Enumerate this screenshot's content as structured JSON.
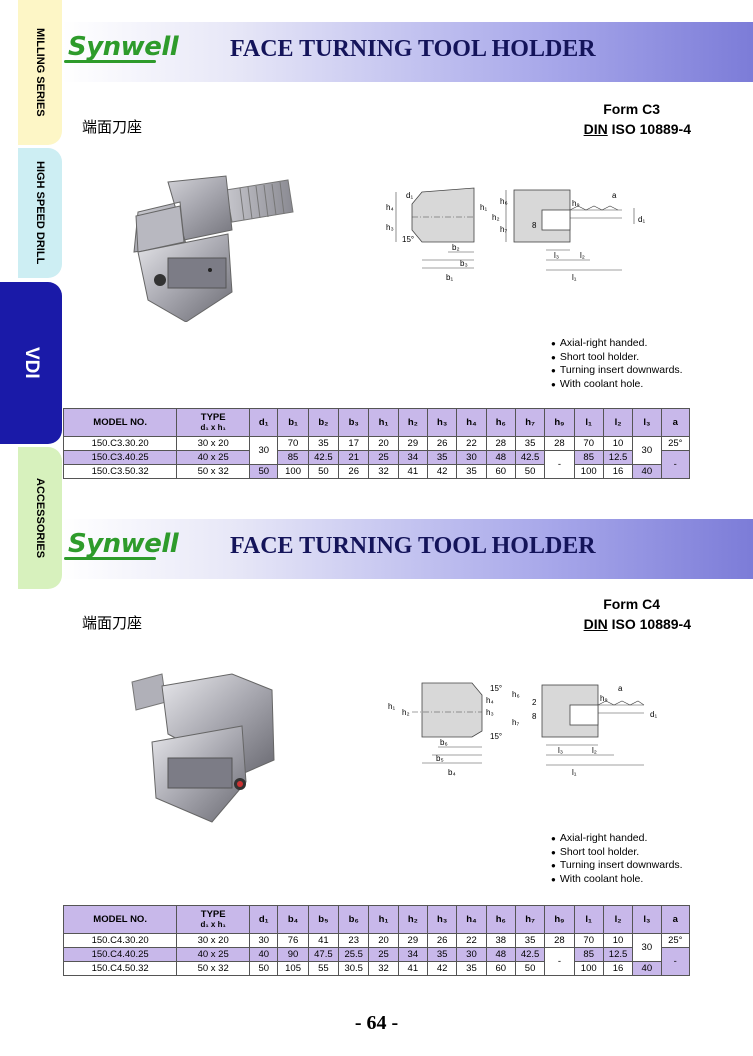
{
  "side_tabs": {
    "milling": "MILLING SERIES",
    "drill": "HIGH SPEED DRILL",
    "vdi": "VDI",
    "accessories": "ACCESSORIES"
  },
  "sections": [
    {
      "logo": "Synwell",
      "title": "FACE TURNING TOOL HOLDER",
      "subtitle": "端面刀座",
      "form": "Form C3",
      "din": "DIN",
      "iso": "ISO  10889-4",
      "features": [
        "Axial-right handed.",
        "Short tool holder.",
        "Turning insert downwards.",
        "With coolant hole."
      ],
      "headers": [
        "MODEL NO.",
        "TYPE",
        "d₁ x h₁",
        "d₁",
        "b₁",
        "b₂",
        "b₃",
        "h₁",
        "h₂",
        "h₃",
        "h₄",
        "h₆",
        "h₇",
        "h₉",
        "l₁",
        "l₂",
        "l₃",
        "a"
      ],
      "rows": [
        [
          "150.C3.30.20",
          "30 x 20",
          "30",
          "70",
          "35",
          "17",
          "20",
          "29",
          "26",
          "22",
          "28",
          "35",
          "28",
          "70",
          "10",
          "30",
          "25°"
        ],
        [
          "150.C3.40.25",
          "40 x 25",
          "",
          "85",
          "42.5",
          "21",
          "25",
          "34",
          "35",
          "30",
          "48",
          "42.5",
          "-",
          "85",
          "12.5",
          "",
          "-"
        ],
        [
          "150.C3.50.32",
          "50 x 32",
          "50",
          "100",
          "50",
          "26",
          "32",
          "41",
          "42",
          "35",
          "60",
          "50",
          "",
          "100",
          "16",
          "40",
          ""
        ]
      ]
    },
    {
      "logo": "Synwell",
      "title": "FACE TURNING TOOL HOLDER",
      "subtitle": "端面刀座",
      "form": "Form C4",
      "din": "DIN",
      "iso": "ISO  10889-4",
      "features": [
        "Axial-right handed.",
        "Short tool holder.",
        "Turning insert downwards.",
        "With coolant hole."
      ],
      "headers": [
        "MODEL NO.",
        "TYPE",
        "d₁ x h₁",
        "d₁",
        "b₄",
        "b₅",
        "b₆",
        "h₁",
        "h₂",
        "h₃",
        "h₄",
        "h₆",
        "h₇",
        "h₉",
        "l₁",
        "l₂",
        "l₃",
        "a"
      ],
      "rows": [
        [
          "150.C4.30.20",
          "30 x 20",
          "30",
          "76",
          "41",
          "23",
          "20",
          "29",
          "26",
          "22",
          "38",
          "35",
          "28",
          "70",
          "10",
          "30",
          "25°"
        ],
        [
          "150.C4.40.25",
          "40 x 25",
          "40",
          "90",
          "47.5",
          "25.5",
          "25",
          "34",
          "35",
          "30",
          "48",
          "42.5",
          "-",
          "85",
          "12.5",
          "",
          "-"
        ],
        [
          "150.C4.50.32",
          "50 x 32",
          "50",
          "105",
          "55",
          "30.5",
          "32",
          "41",
          "42",
          "35",
          "60",
          "50",
          "",
          "100",
          "16",
          "40",
          ""
        ]
      ]
    }
  ],
  "drawing_labels": {
    "c3": [
      "d₁",
      "h₄",
      "h₃",
      "15°",
      "b₂",
      "b₃",
      "b₁",
      "h₁",
      "h₂",
      "h₆",
      "h₇",
      "h₉",
      "a",
      "l₁",
      "l₂",
      "l₃",
      "8",
      "d₁"
    ],
    "c4": [
      "15°",
      "h₁",
      "h₂",
      "h₃",
      "h₄",
      "15°",
      "b₆",
      "b₅",
      "b₄",
      "h₆",
      "h₇",
      "h₉",
      "a",
      "l₁",
      "l₂",
      "l₃",
      "8",
      "2",
      "d₁"
    ]
  },
  "page_number": "- 64 -"
}
